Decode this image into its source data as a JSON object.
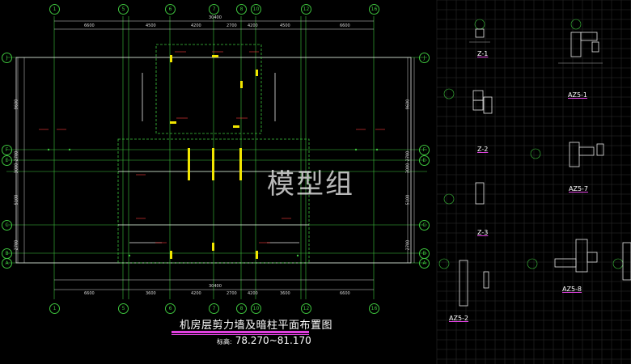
{
  "drawing": {
    "title": "机房层剪力墙及暗柱平面布置图",
    "elevation_key": "标高:",
    "elevation_value": "78.270~81.170"
  },
  "watermark": "模型组",
  "axes": {
    "top": [
      "1",
      "5",
      "6",
      "7",
      "8",
      "10",
      "12",
      "16"
    ],
    "bottom": [
      "1",
      "5",
      "6",
      "7",
      "8",
      "10",
      "12",
      "16"
    ],
    "left": [
      "J",
      "F",
      "E",
      "C",
      "B",
      "A"
    ],
    "right": [
      "J",
      "F",
      "E",
      "C",
      "B",
      "A"
    ]
  },
  "dimensions": {
    "top_overall": "30400",
    "top_segments": [
      "6600",
      "4500",
      "4200",
      "2700",
      "4200",
      "4500",
      "6600"
    ],
    "bottom_overall": "30400",
    "bottom_segments": [
      "6600",
      "3600",
      "4200",
      "2700",
      "4200",
      "3600",
      "6600"
    ],
    "left_segments": [
      "9600",
      "2700",
      "3000",
      "5100",
      "2700"
    ],
    "right_segments": [
      "9600",
      "2700",
      "3000",
      "5100",
      "2700"
    ]
  },
  "details": [
    {
      "id": "Z-1",
      "label": "Z-1"
    },
    {
      "id": "AZ5-1",
      "label": "AZ5-1"
    },
    {
      "id": "Z-2",
      "label": "Z-2"
    },
    {
      "id": "AZ5-7",
      "label": "AZ5-7"
    },
    {
      "id": "Z-3",
      "label": "Z-3"
    },
    {
      "id": "AZ5-2",
      "label": "AZ5-2"
    },
    {
      "id": "AZ5-8",
      "label": "AZ5-8"
    }
  ],
  "colors": {
    "background": "#000000",
    "grid": "#3ec53e",
    "dimension": "#d8d8d8",
    "wall": "#e8e8e8",
    "column": "#f2e600",
    "tag": "#ff3b3b",
    "title_underline": "#e040e0",
    "detail_grid": "#3a3a3a"
  }
}
